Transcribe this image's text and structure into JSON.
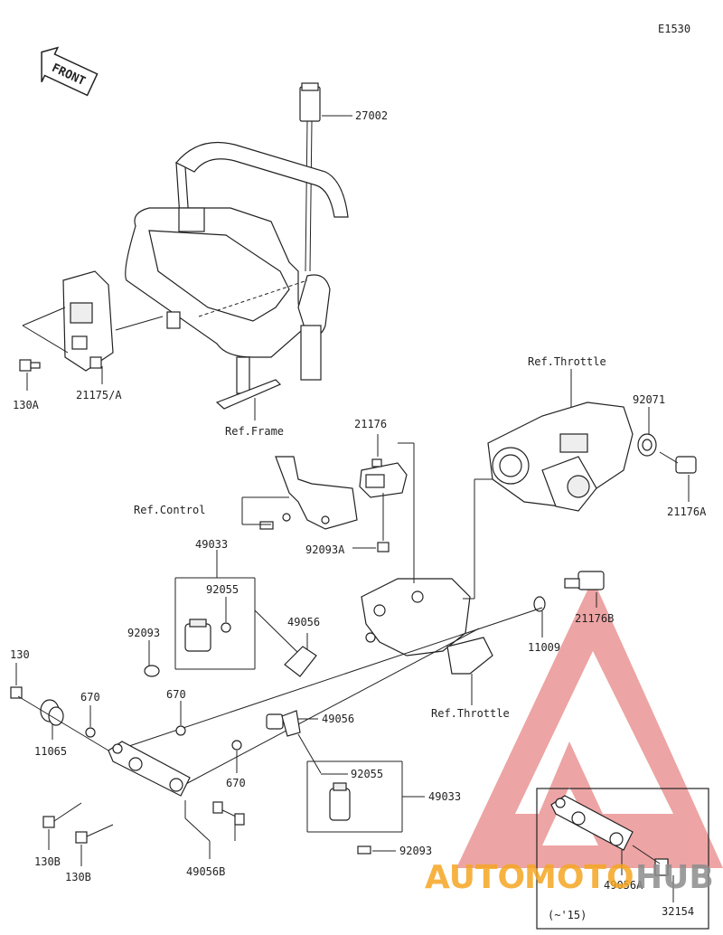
{
  "diagram_code": "E1530",
  "front_label": "FRONT",
  "references": {
    "frame": "Ref.Frame",
    "control": "Ref.Control",
    "throttle_top": "Ref.Throttle",
    "throttle_bottom": "Ref.Throttle"
  },
  "parts": {
    "p27002": "27002",
    "p130A": "130A",
    "p21175A": "21175/A",
    "p21176": "21176",
    "p92093A": "92093A",
    "p92071": "92071",
    "p21176A": "21176A",
    "p49033_top": "49033",
    "p92055_top": "92055",
    "p92093_top": "92093",
    "p49056_top": "49056",
    "p21176B": "21176B",
    "p11009": "11009",
    "p130": "130",
    "p11065": "11065",
    "p670_a": "670",
    "p670_b": "670",
    "p670_c": "670",
    "p49056_mid": "49056",
    "p92055_bot": "92055",
    "p49033_bot": "49033",
    "p92093_bot": "92093",
    "p130B_a": "130B",
    "p130B_b": "130B",
    "p49056B": "49056B",
    "p49056A": "49056A",
    "p32154": "32154"
  },
  "inset_note": "(~'15)",
  "watermark": {
    "text_part1": "AUTO",
    "text_part2": "MOTO",
    "text_part3": "HUB",
    "color_orange": "#f5a623",
    "color_gray": "#8c8c8c",
    "color_red": "#e05a5a"
  }
}
